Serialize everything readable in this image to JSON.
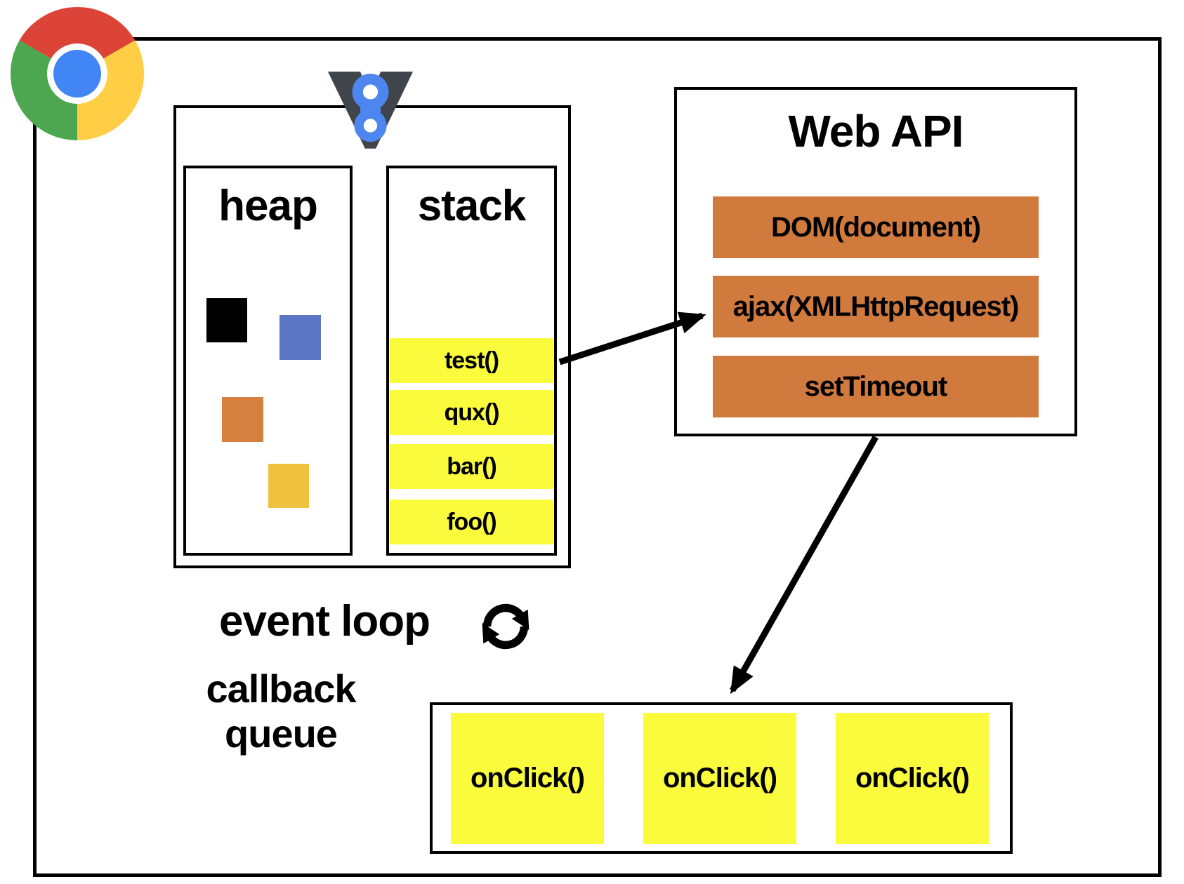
{
  "colors": {
    "stack_yellow": "#FBFB3E",
    "api_orange": "#D07A3E",
    "heap_black": "#000000",
    "heap_blue": "#5B76C4",
    "heap_orange": "#D5803F",
    "heap_gold": "#EEC23F",
    "line_black": "#000000",
    "v8_blue": "#4E86F0",
    "v8_gray": "#40454C",
    "chrome_red": "#DB4437",
    "chrome_green": "#4CA750",
    "chrome_yellow": "#FFCE45",
    "chrome_blue": "#4285F4"
  },
  "browser": {
    "icon": "chrome-icon"
  },
  "engine": {
    "icon": "v8-icon",
    "heap": {
      "label": "heap",
      "objects": [
        "black-square",
        "blue-square",
        "orange-square",
        "gold-square"
      ]
    },
    "stack": {
      "label": "stack",
      "frames": [
        "test()",
        "qux()",
        "bar()",
        "foo()"
      ]
    }
  },
  "web_api": {
    "title": "Web API",
    "items": [
      "DOM(document)",
      "ajax(XMLHttpRequest)",
      "setTimeout"
    ]
  },
  "event_loop": {
    "label": "event loop",
    "icon": "refresh-icon"
  },
  "callback_queue": {
    "label": [
      "callback",
      "queue"
    ],
    "items": [
      "onClick()",
      "onClick()",
      "onClick()"
    ]
  }
}
